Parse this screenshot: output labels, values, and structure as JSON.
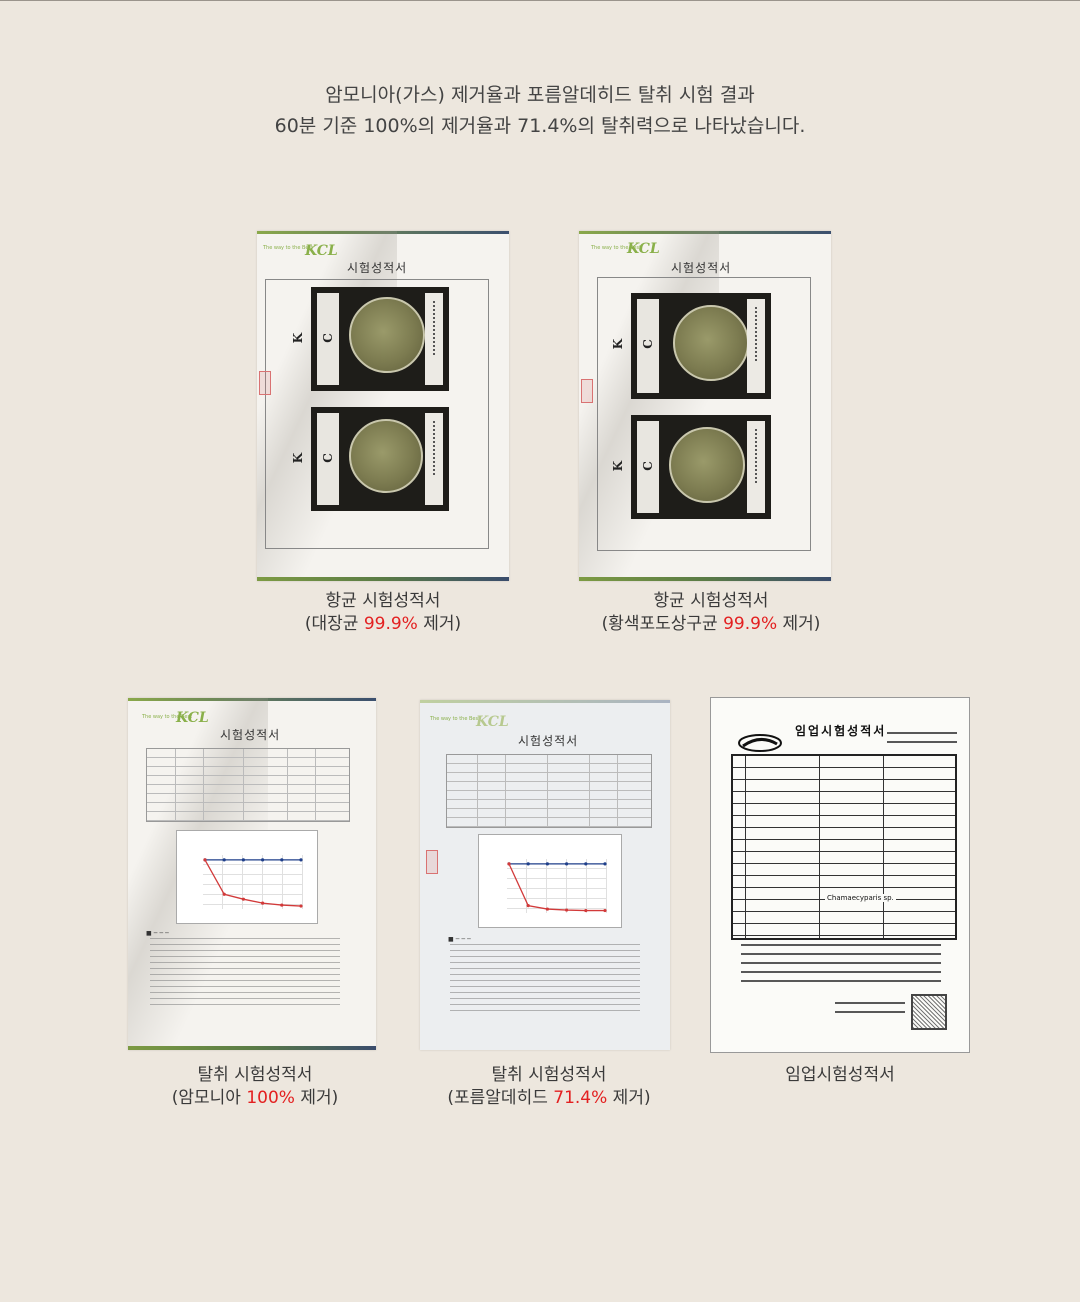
{
  "headline": {
    "line1": "암모니아(가스) 제거율과 포름알데히드 탈취 시험 결과",
    "line2": "60분 기준 100%의 제거율과 71.4%의 탈취력으로 나타났습니다."
  },
  "doc_common": {
    "logo": "KCL",
    "tagline": "The way to the Best",
    "title": "시험성적서",
    "kcl_letters": "K C L"
  },
  "forest_doc": {
    "title": "임업시험성적서",
    "species": "Chamaecyparis sp."
  },
  "captions": [
    {
      "line1": "항균 시험성적서",
      "pre": "(대장균 ",
      "highlight": "99.9%",
      "post": " 제거)"
    },
    {
      "line1": "항균 시험성적서",
      "pre": "(황색포도상구균 ",
      "highlight": "99.9%",
      "post": " 제거)"
    },
    {
      "line1": "탈취 시험성적서",
      "pre": "(암모니아 ",
      "highlight": "100%",
      "post": " 제거)"
    },
    {
      "line1": "탈취 시험성적서",
      "pre": "(포름알데히드 ",
      "highlight": "71.4%",
      "post": " 제거)"
    },
    {
      "line1": "임업시험성적서"
    }
  ],
  "charts": {
    "ammonia": {
      "type": "line",
      "series": [
        {
          "values": [
            100,
            100,
            100,
            100,
            100,
            100
          ]
        },
        {
          "values": [
            100,
            30,
            20,
            12,
            8,
            6
          ]
        }
      ]
    },
    "formaldehyde": {
      "type": "line",
      "series": [
        {
          "values": [
            100,
            100,
            100,
            100,
            100,
            100
          ]
        },
        {
          "values": [
            100,
            15,
            8,
            6,
            5,
            5
          ]
        }
      ]
    }
  },
  "colors": {
    "highlight": "#e32020",
    "accent_green": "#8ab04a",
    "accent_navy": "#3b4f6e"
  }
}
